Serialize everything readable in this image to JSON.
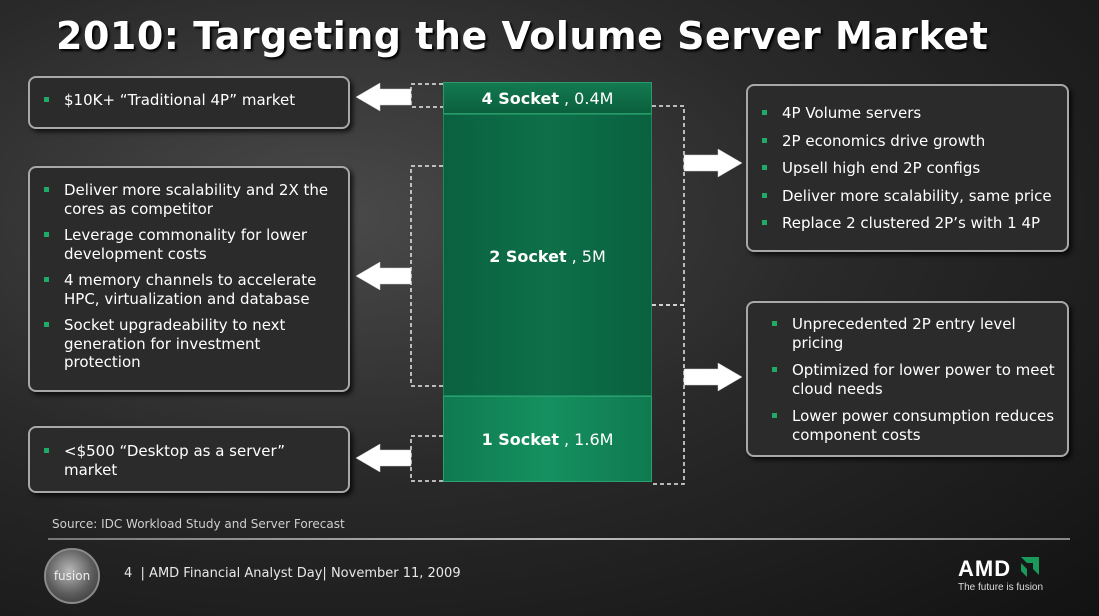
{
  "title": "2010: Targeting the Volume Server Market",
  "segments": [
    {
      "name": "4 Socket",
      "value": ", 0.4M"
    },
    {
      "name": "2 Socket",
      "value": ", 5M"
    },
    {
      "name": "1 Socket",
      "value": ", 1.6M"
    }
  ],
  "left_boxes": {
    "top": [
      "$10K+ “Traditional 4P” market"
    ],
    "middle": [
      "Deliver more scalability and 2X the cores as competitor",
      "Leverage commonality for lower development costs",
      "4 memory channels to accelerate HPC, virtualization and database",
      "Socket upgradeability to next generation for investment protection"
    ],
    "bottom": [
      "<$500 “Desktop as a server” market"
    ]
  },
  "right_boxes": {
    "top": [
      "4P Volume servers",
      "2P economics drive growth",
      "Upsell high end 2P configs",
      "Deliver more scalability, same price",
      "Replace 2 clustered 2P’s with 1 4P"
    ],
    "bottom": [
      "Unprecedented 2P entry level pricing",
      "Optimized for lower power to meet cloud needs",
      "Lower power consumption reduces component costs"
    ]
  },
  "source": "Source: IDC Workload Study and Server Forecast",
  "footer": "4  | AMD Financial Analyst Day| November 11, 2009",
  "logo": {
    "fusion": "fusion",
    "amd": "AMD",
    "tagline": "The future is fusion"
  },
  "colors": {
    "bar": "#0c6f47",
    "bar_light": "#12835a",
    "bullet": "#1faa65"
  }
}
